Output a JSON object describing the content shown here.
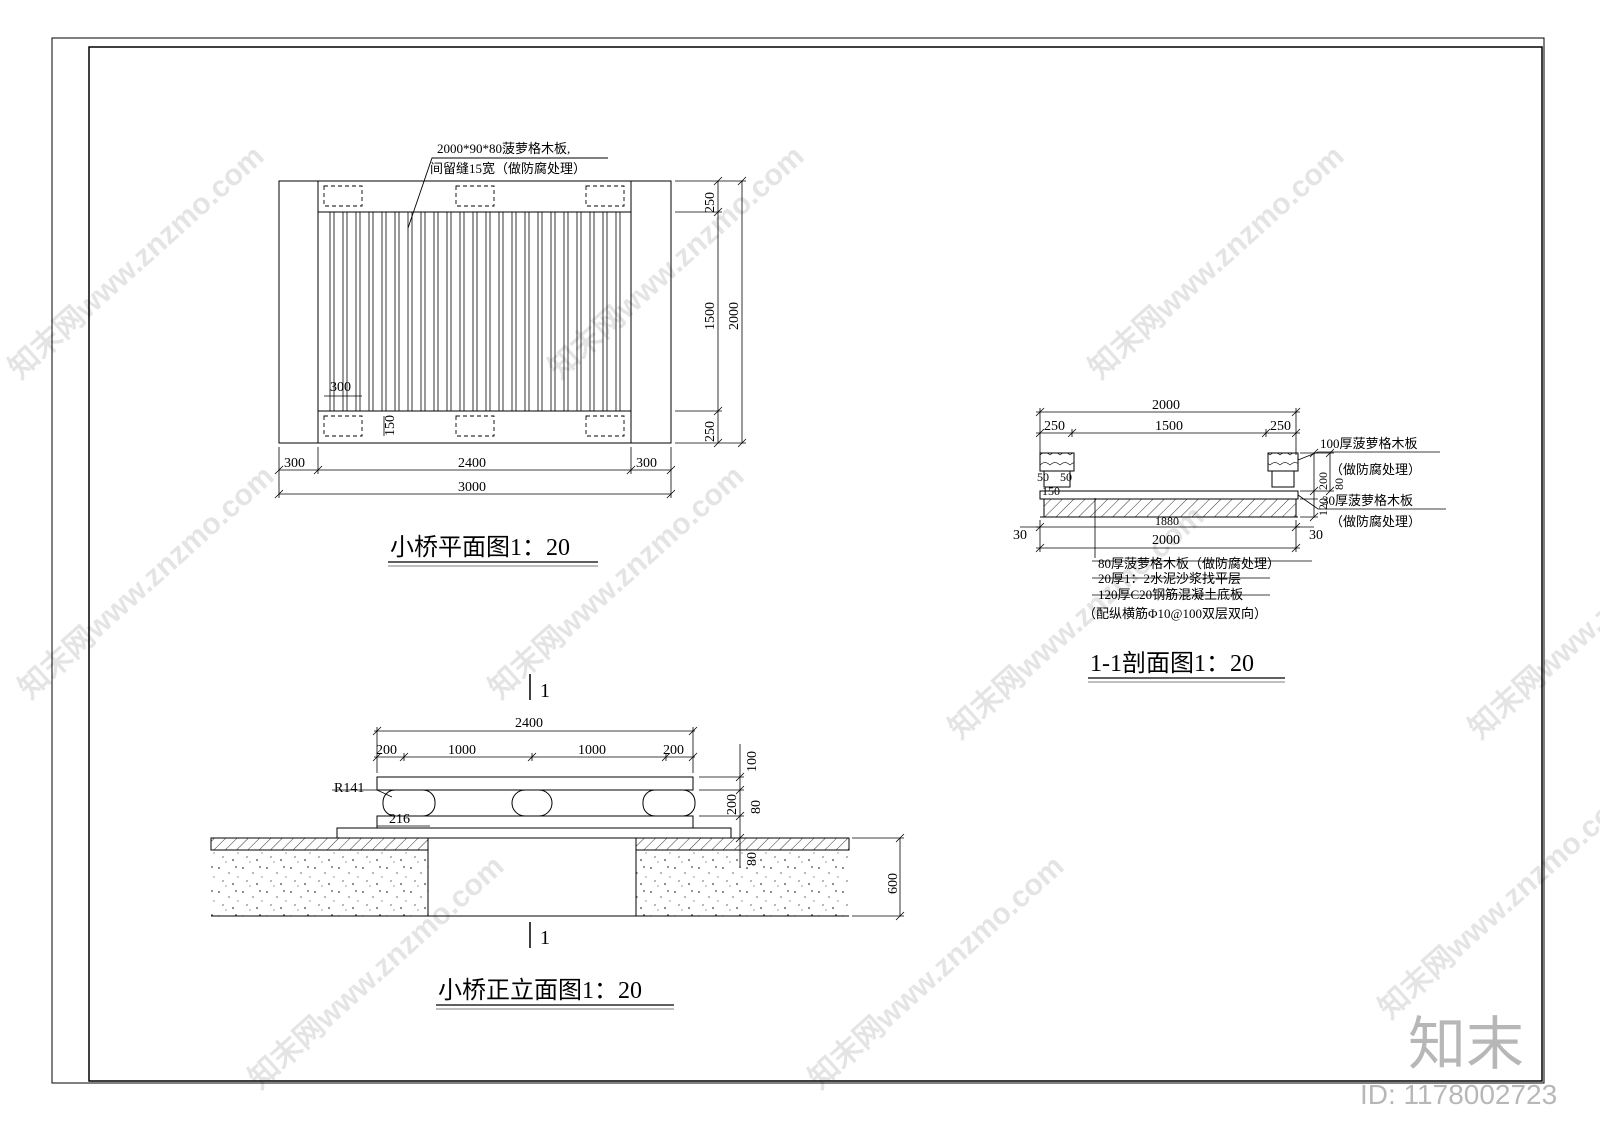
{
  "watermark_text": "知末网www.znzmo.com",
  "brand": {
    "logo": "知末",
    "id": "ID: 1178002723"
  },
  "plan": {
    "title": "小桥平面图1：20",
    "note_line1": "2000*90*80菠萝格木板,",
    "note_line2": "间留缝15宽（做防腐处理）",
    "dims": {
      "d300a": "300",
      "d2400": "2400",
      "d300b": "300",
      "d3000": "3000",
      "d250a": "250",
      "d1500": "1500",
      "d250b": "250",
      "d2000": "2000",
      "d300c": "300",
      "d150": "150"
    }
  },
  "elevation": {
    "title": "小桥正立面图1：20",
    "cut_mark_top": "1",
    "cut_mark_bottom": "1",
    "dims": {
      "d2400": "2400",
      "d200a": "200",
      "d1000a": "1000",
      "d1000b": "1000",
      "d200b": "200",
      "d100": "100",
      "d200c": "200",
      "d80a": "80",
      "d80b": "80",
      "d600": "600",
      "r141": "R141",
      "d216": "216"
    }
  },
  "section": {
    "title": "1-1剖面图1：20",
    "dims": {
      "d2000top": "2000",
      "d250a": "250",
      "d1500": "1500",
      "d250b": "250",
      "d50a": "50",
      "d50b": "50",
      "d150": "150",
      "d200": "200",
      "d80": "80",
      "d120": "120",
      "d1880": "1880",
      "d30a": "30",
      "d30b": "30",
      "d2000bottom": "2000"
    },
    "label1": "100厚菠萝格木板",
    "label1b": "（做防腐处理）",
    "label2": "30厚菠萝格木板",
    "label2b": "（做防腐处理）",
    "notes": [
      "80厚菠萝格木板（做防腐处理）",
      "20厚1：2水泥沙浆找平层",
      "120厚C20钢筋混凝土底板",
      "（配纵横筋Φ10@100双层双向）"
    ]
  }
}
